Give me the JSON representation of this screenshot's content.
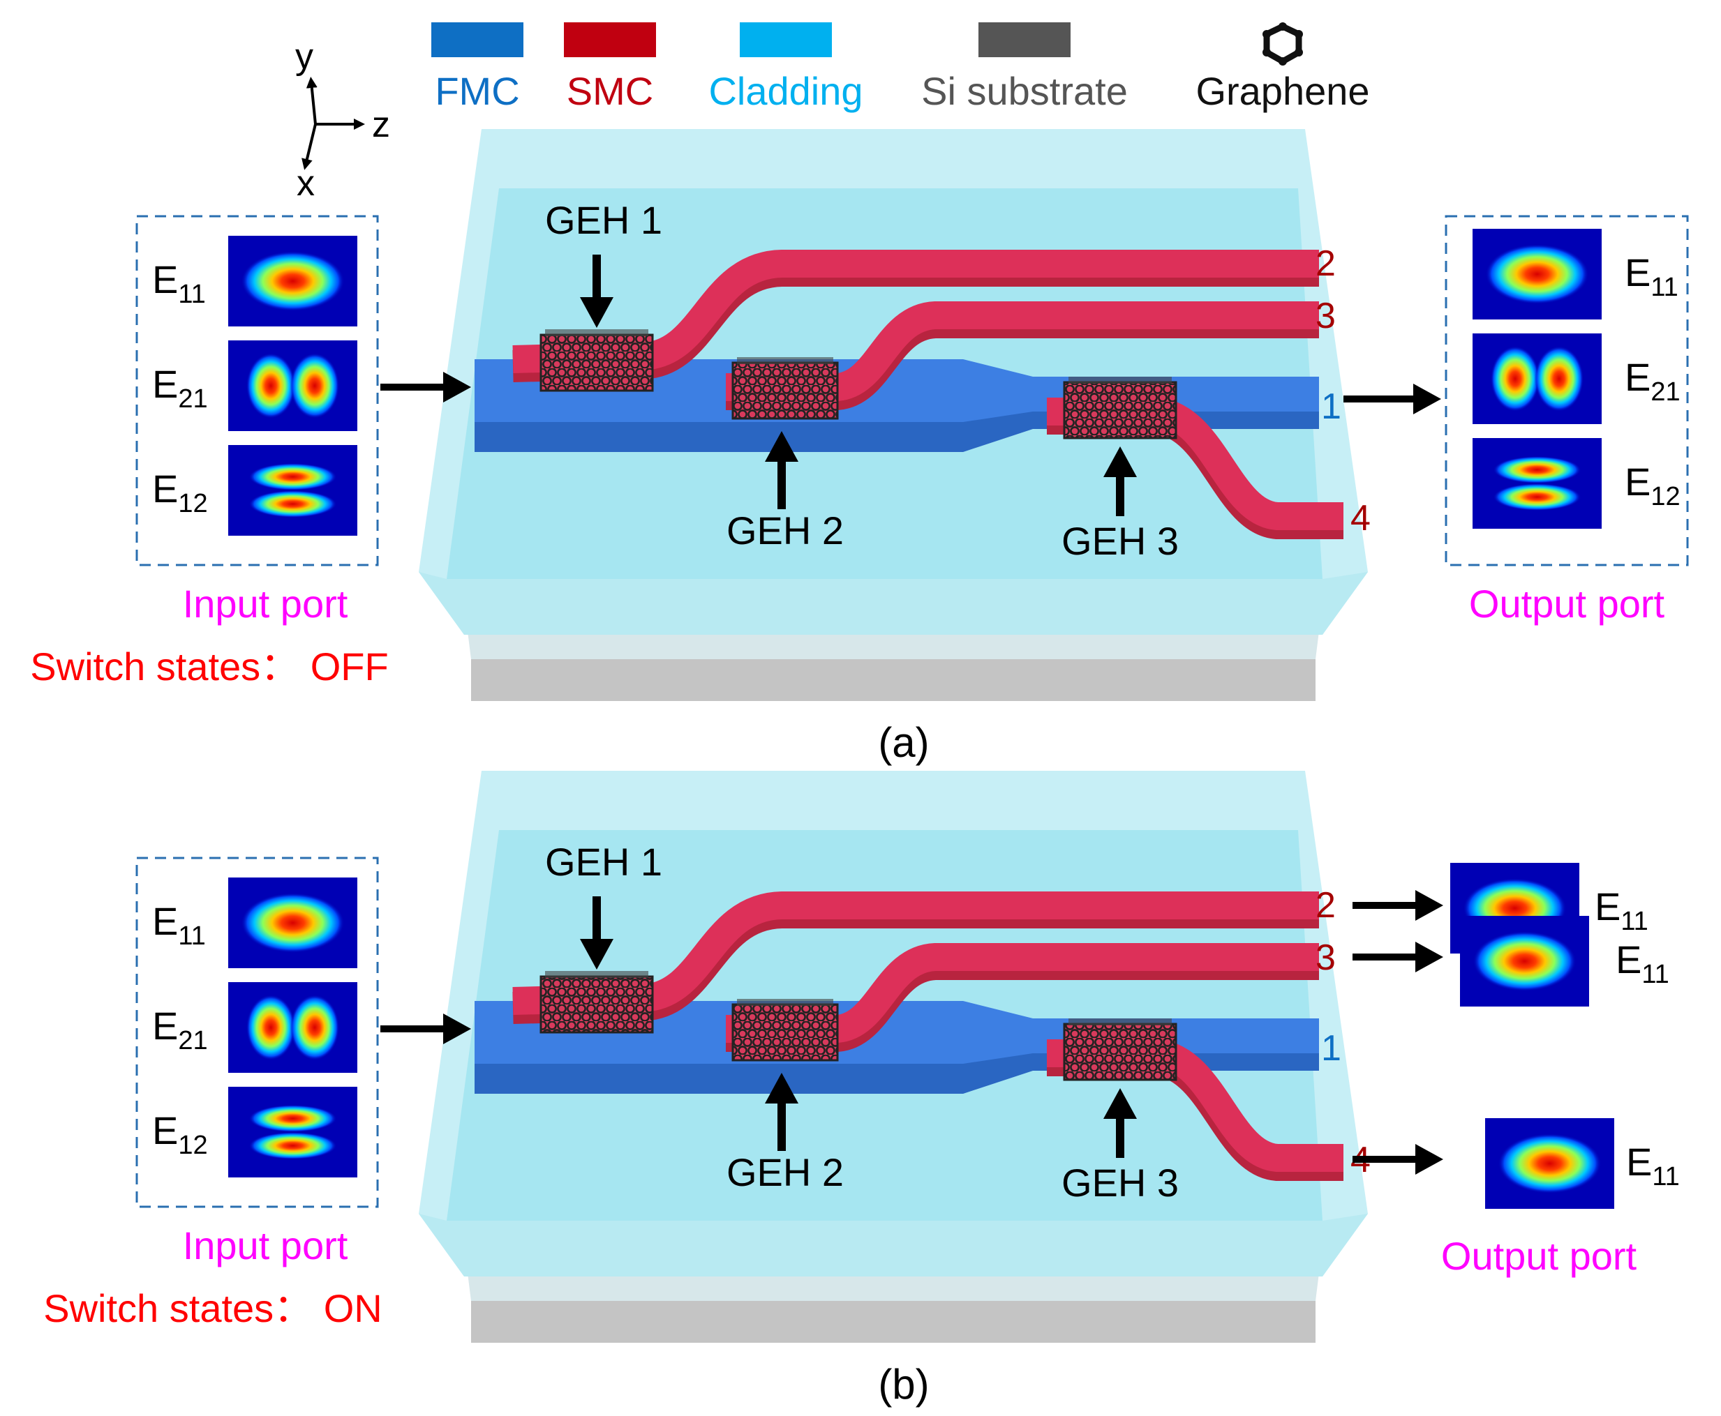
{
  "legend": {
    "items": [
      {
        "label": "FMC",
        "color": "#0e6fc4"
      },
      {
        "label": "SMC",
        "color": "#c00010"
      },
      {
        "label": "Cladding",
        "color": "#00b0ef"
      },
      {
        "label": "Si substrate",
        "color": "#555555"
      },
      {
        "label": "Graphene",
        "color": "#111111"
      }
    ]
  },
  "axes": {
    "y": "y",
    "z": "z",
    "x": "x"
  },
  "panels": [
    {
      "caption": "(a)",
      "input_label": "Input port",
      "switch_text": "Switch states： OFF",
      "output_label": "Output port",
      "geh_labels": [
        "GEH 1",
        "GEH 2",
        "GEH 3"
      ],
      "ports": [
        "2",
        "3",
        "1",
        "4"
      ],
      "input_modes": [
        {
          "base": "E",
          "sub": "11",
          "type": "m11"
        },
        {
          "base": "E",
          "sub": "21",
          "type": "m21"
        },
        {
          "base": "E",
          "sub": "12",
          "type": "m12"
        }
      ],
      "output_modes": [
        {
          "base": "E",
          "sub": "11",
          "type": "m11"
        },
        {
          "base": "E",
          "sub": "21",
          "type": "m21"
        },
        {
          "base": "E",
          "sub": "12",
          "type": "m12"
        }
      ]
    },
    {
      "caption": "(b)",
      "input_label": "Input port",
      "switch_text": "Switch states： ON",
      "output_label": "Output port",
      "geh_labels": [
        "GEH 1",
        "GEH 2",
        "GEH 3"
      ],
      "ports": [
        "2",
        "3",
        "1",
        "4"
      ],
      "input_modes": [
        {
          "base": "E",
          "sub": "11",
          "type": "m11"
        },
        {
          "base": "E",
          "sub": "21",
          "type": "m21"
        },
        {
          "base": "E",
          "sub": "12",
          "type": "m12"
        }
      ],
      "output_modes": [
        {
          "base": "E",
          "sub": "11",
          "type": "m11"
        },
        {
          "base": "E",
          "sub": "11",
          "type": "m11"
        },
        {
          "base": "E",
          "sub": "11",
          "type": "m11"
        }
      ]
    }
  ]
}
